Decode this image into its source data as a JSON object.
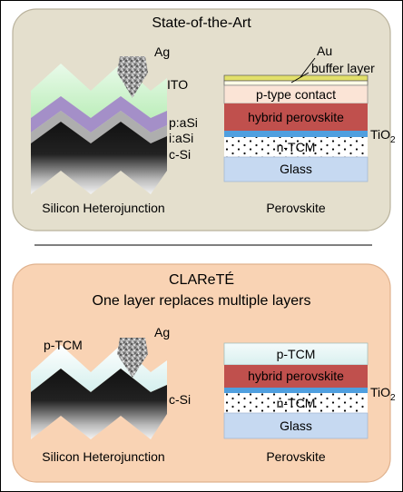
{
  "top_panel": {
    "title": "State-of-the-Art",
    "silicon": {
      "labels": {
        "ag": "Ag",
        "ito": "ITO",
        "paSi": "p:aSi",
        "iaSi": "i:aSi",
        "cSi": "c-Si"
      },
      "caption": "Silicon Heterojunction"
    },
    "perovskite": {
      "labels": {
        "au": "Au",
        "buffer": "buffer layer",
        "tio2": "TiO",
        "tio2_sub": "2"
      },
      "layers": {
        "ptype": "p-type contact",
        "hybrid": "hybrid perovskite",
        "ntcm": "n-TCM",
        "glass": "Glass"
      },
      "caption": "Perovskite"
    }
  },
  "bottom_panel": {
    "title_line1": "CLAReTÉ",
    "title_line2": "One layer replaces multiple layers",
    "silicon": {
      "labels": {
        "ptcm": "p-TCM",
        "ag": "Ag",
        "cSi": "c-Si"
      },
      "caption": "Silicon Heterojunction"
    },
    "perovskite": {
      "labels": {
        "tio2": "TiO",
        "tio2_sub": "2"
      },
      "layers": {
        "ptcm": "p-TCM",
        "hybrid": "hybrid perovskite",
        "ntcm": "n-TCM",
        "glass": "Glass"
      },
      "caption": "Perovskite"
    }
  },
  "colors": {
    "top_panel_fill": "#e4dfcd",
    "bottom_panel_fill": "#f9d3b4",
    "ito": "#c5f2c2",
    "p_asi": "#a48fc8",
    "i_asi": "#aeaeae",
    "c_si": "#0a0a0a",
    "au": "#e2e06a",
    "p_type_contact": "#fbe4d6",
    "hybrid_perovskite": "#c0504d",
    "tio2": "#4f9fdf",
    "glass": "#c6d9f1",
    "p_tcm": "#e6f6f5"
  }
}
